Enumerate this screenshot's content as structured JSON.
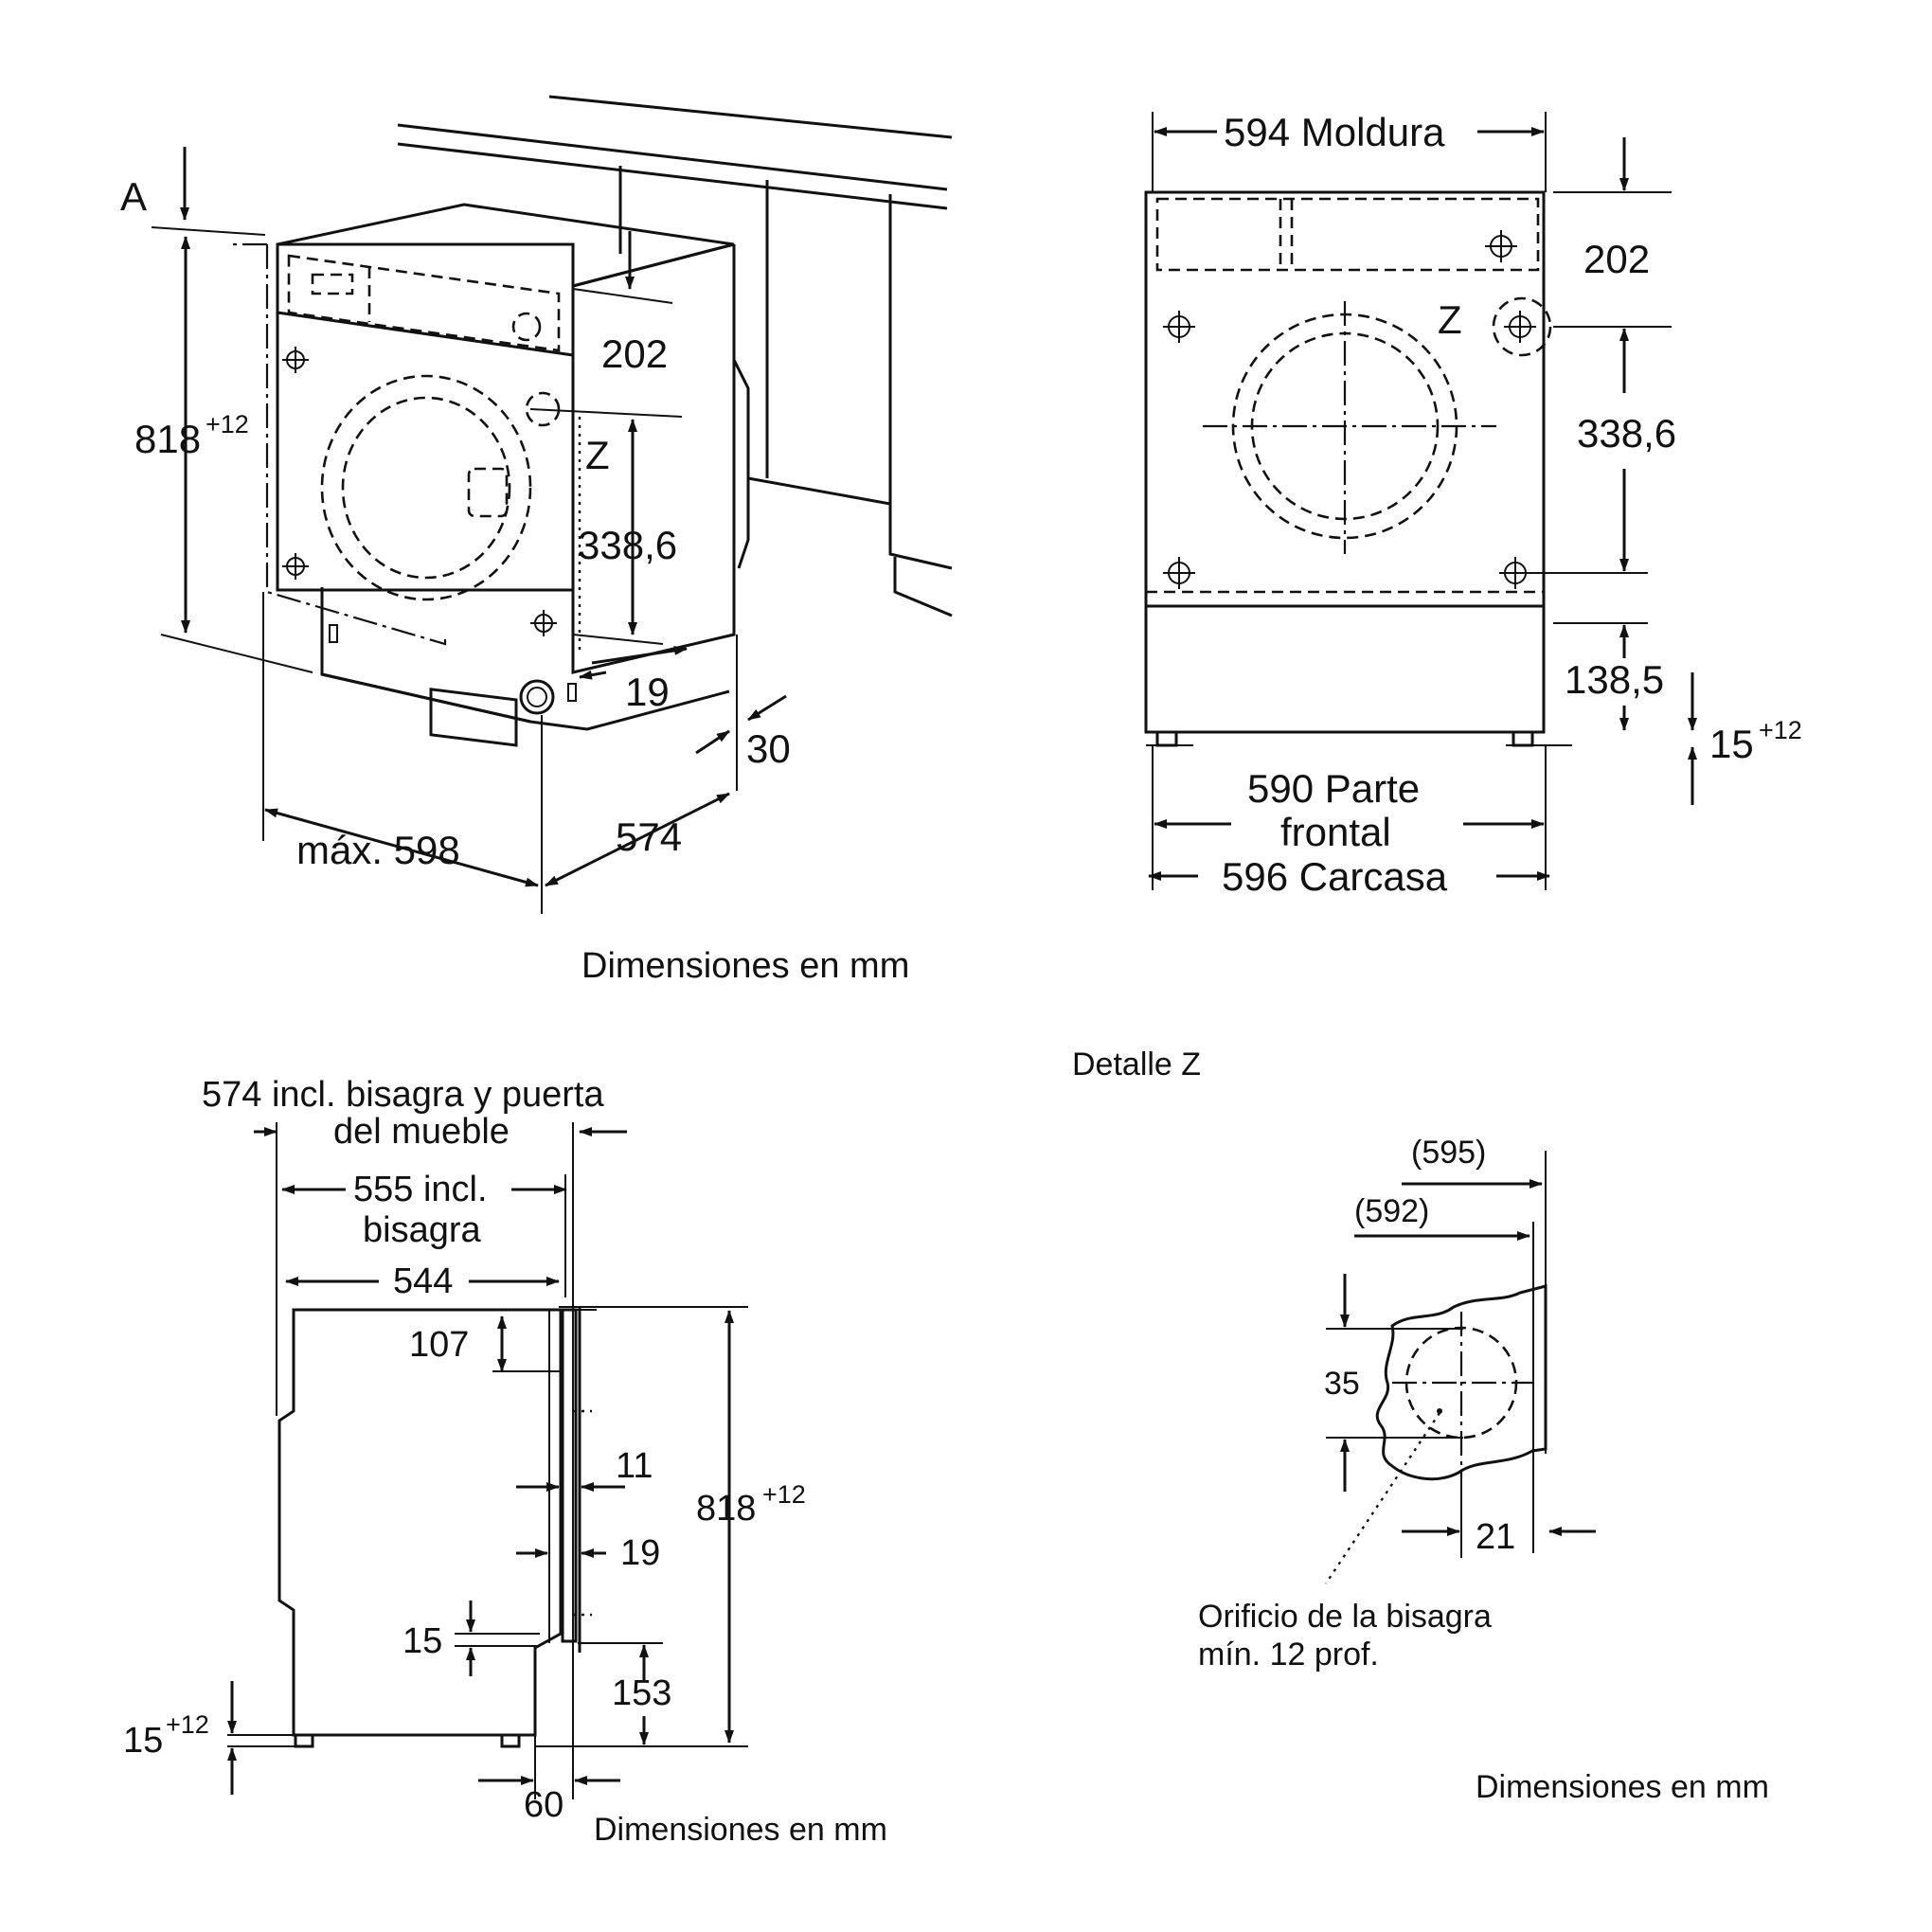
{
  "front_perspective": {
    "label_a": "A",
    "height": "818",
    "height_tol": "+12",
    "top_panel": "202",
    "z_label": "Z",
    "hinge_height": "338,6",
    "offset_19": "19",
    "offset_30": "30",
    "width_max": "máx. 598",
    "depth": "574",
    "caption": "Dimensiones en mm"
  },
  "front_view": {
    "width_molding": "594 Moldura",
    "top_panel": "202",
    "z_label": "Z",
    "hinge_height": "338,6",
    "base_height": "138,5",
    "feet": "15",
    "feet_tol": "+12",
    "front_width_line1": "590 Parte",
    "front_width_line2": "frontal",
    "casing_width": "596 Carcasa"
  },
  "side_view": {
    "depth_total_line1": "574 incl. bisagra y puerta",
    "depth_total_line2": "del mueble",
    "depth_hinge_line1": "555 incl.",
    "depth_hinge_line2": "bisagra",
    "depth_body": "544",
    "top_offset": "107",
    "gap_11": "11",
    "gap_19": "19",
    "height": "818",
    "height_tol": "+12",
    "bottom_15": "15",
    "bottom_153": "153",
    "feet": "15",
    "feet_tol": "+12",
    "setback": "60",
    "caption": "Dimensiones en mm"
  },
  "detail_z": {
    "title": "Detalle Z",
    "dim_595": "(595)",
    "dim_592": "(592)",
    "dim_35": "35",
    "dim_21": "21",
    "note_line1": "Orificio de la bisagra",
    "note_line2": "mín. 12 prof.",
    "caption": "Dimensiones en mm"
  }
}
